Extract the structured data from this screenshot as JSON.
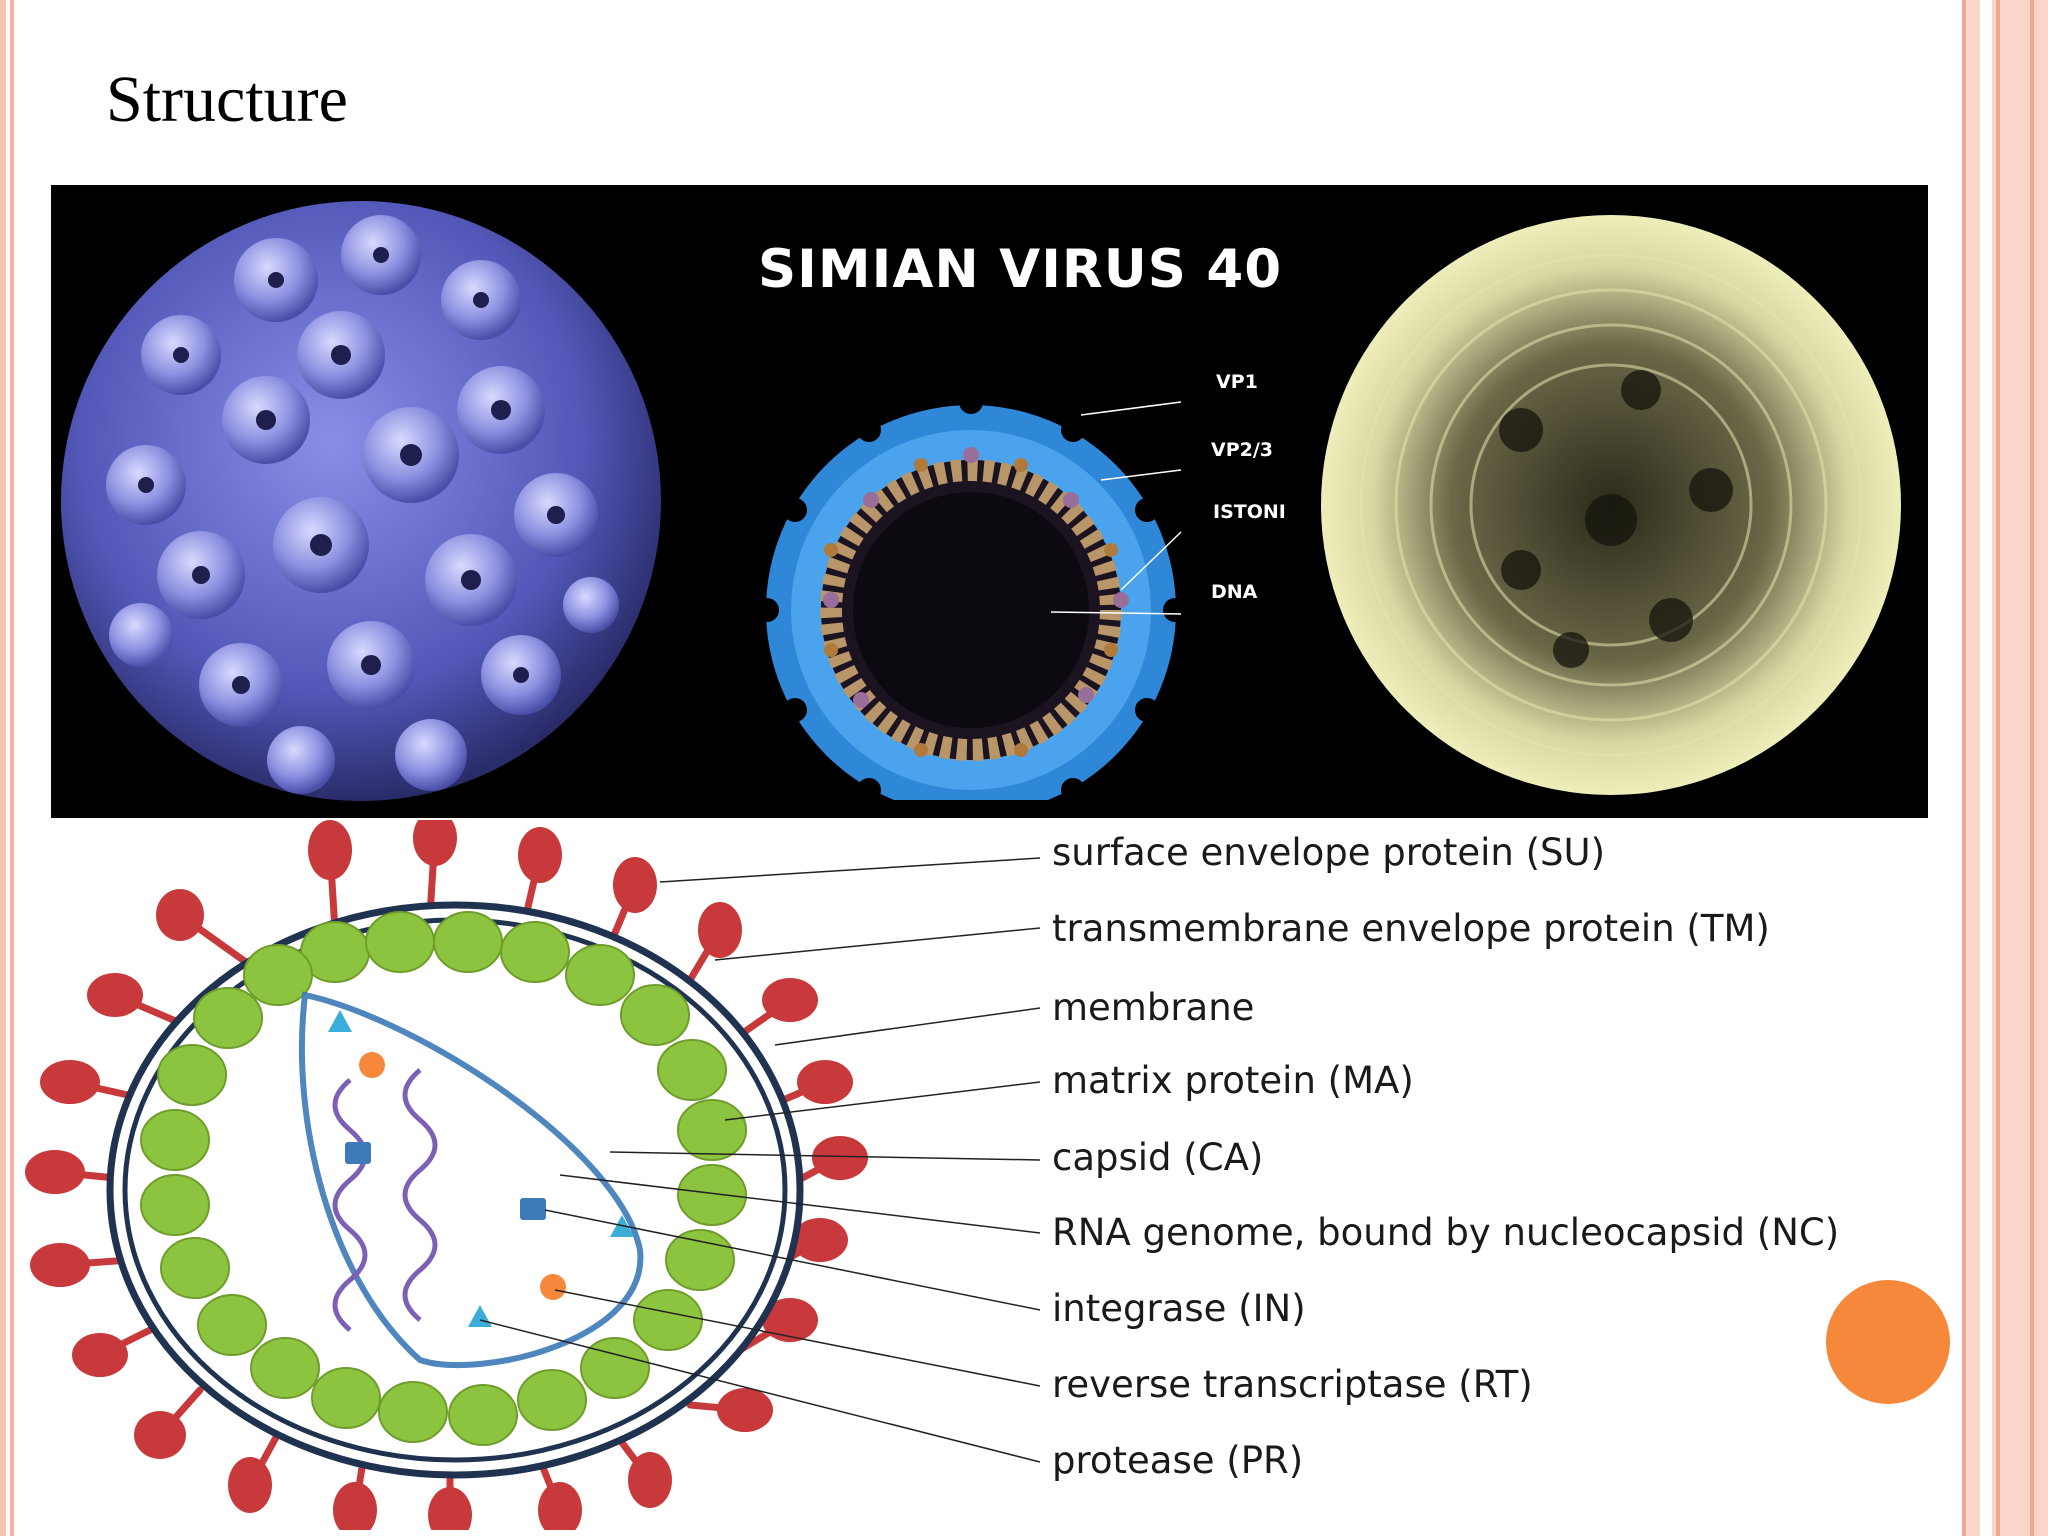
{
  "slide": {
    "title": "Structure"
  },
  "sv40": {
    "title": "SIMIAN VIRUS 40",
    "labels": {
      "vp1": "VP1",
      "vp23": "VP2/3",
      "istoni": "ISTONI",
      "dna": "DNA"
    }
  },
  "retrovirus": {
    "labels": [
      "surface envelope protein (SU)",
      "transmembrane envelope protein (TM)",
      "membrane",
      "matrix protein (MA)",
      "capsid (CA)",
      "RNA genome, bound by nucleocapsid (NC)",
      "integrase (IN)",
      "reverse transcriptase (RT)",
      "protease (PR)"
    ]
  },
  "colors": {
    "border": "#f0a78f",
    "accent_dot": "#f5883a",
    "spike": "#c8393b",
    "matrix": "#8dc43f",
    "membrane": "#1f3350",
    "capsid": "#3e79b8",
    "rna": "#7d5fb4"
  }
}
